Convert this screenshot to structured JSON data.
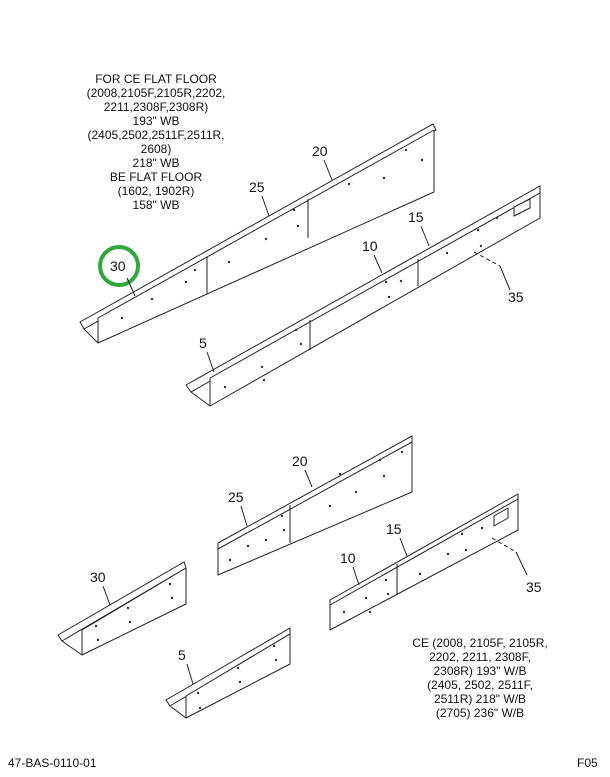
{
  "note_top": {
    "lines": [
      "FOR CE FLAT FLOOR",
      "(2008,2105F,2105R,2202,",
      "2211,2308F,2308R)",
      "193\" WB",
      "(2405,2502,2511F,2511R,",
      "2608)",
      "218\" WB",
      "BE FLAT FLOOR",
      "(1602, 1902R)",
      "158\" WB"
    ]
  },
  "note_bottom": {
    "lines": [
      "CE (2008, 2105F, 2105R,",
      "2202, 2211, 2308F,",
      "2308R) 193\" W/B",
      "(2405, 2502, 2511F,",
      "2511R) 218\" W/B",
      "(2705) 236\" W/B"
    ]
  },
  "callouts_top": {
    "c20": "20",
    "c25": "25",
    "c30": "30",
    "c15": "15",
    "c10": "10",
    "c35": "35",
    "c5": "5"
  },
  "callouts_bottom": {
    "c20": "20",
    "c25": "25",
    "c15": "15",
    "c10": "10",
    "c30": "30",
    "c35": "35",
    "c5": "5"
  },
  "highlight_color": "#2eaa3c",
  "footer": {
    "drawing_number": "47-BAS-0110-01",
    "sheet_code": "F05"
  }
}
